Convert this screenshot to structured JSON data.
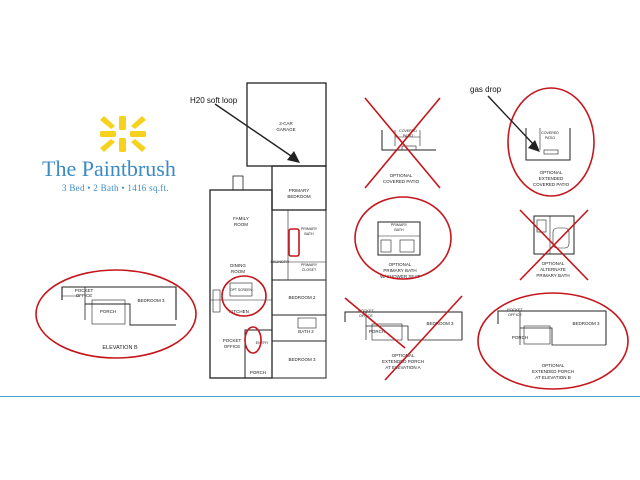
{
  "brand": {
    "name": "The Paintbrush",
    "subtitle": "3 Bed • 2 Bath • 1416 sq.ft.",
    "logo_color": "#f6d21f",
    "accent_color": "#3b8bc6"
  },
  "annotations": {
    "soft_loop": "H20 soft loop",
    "gas_drop": "gas drop",
    "markup_color": "#c4161c"
  },
  "main_plan": {
    "garage": [
      "2-CAR",
      "GARAGE"
    ],
    "primary_bedroom": [
      "PRIMARY",
      "BEDROOM"
    ],
    "family_room": [
      "FAMILY",
      "ROOM"
    ],
    "dining_room": [
      "DINING",
      "ROOM"
    ],
    "kitchen": "KITCHEN",
    "laundry": "LAUNDRY",
    "primary_bath": [
      "PRIMARY",
      "BATH"
    ],
    "closet": [
      "PRIMARY",
      "CLOSET"
    ],
    "bedroom2": "BEDROOM 2",
    "bath2": "BATH 2",
    "bedroom3": "BEDROOM 3",
    "pocket_office": [
      "POCKET",
      "OFFICE"
    ],
    "entry": "ENTRY",
    "porch": "PORCH",
    "island": "OPT SCREEN"
  },
  "elevation_b": {
    "pocket_office": [
      "POCKET",
      "OFFICE"
    ],
    "bedroom3": "BEDROOM 3",
    "porch": "PORCH",
    "caption": "ELEVATION B"
  },
  "options": {
    "covered_patio": {
      "plan_label": [
        "COVERED",
        "PATIO"
      ],
      "caption": [
        "OPTIONAL",
        "COVERED PATIO"
      ]
    },
    "extended_patio": {
      "plan_label": [
        "COVERED",
        "PATIO"
      ],
      "caption": [
        "OPTIONAL",
        "EXTENDED",
        "COVERED PATIO"
      ]
    },
    "shower_seat": {
      "plan_label": [
        "PRIMARY",
        "BATH"
      ],
      "caption": [
        "OPTIONAL",
        "PRIMARY BATH",
        "W/ SHOWER SEAT"
      ]
    },
    "alt_bath": {
      "caption": [
        "OPTIONAL",
        "ALTERNATE",
        "PRIMARY BATH"
      ]
    },
    "ext_porch_a": {
      "pocket_office": [
        "POCKET",
        "OFFICE"
      ],
      "bedroom3": "BEDROOM 3",
      "porch": "PORCH",
      "caption": [
        "OPTIONAL",
        "EXTENDED PORCH",
        "AT ELEVATION A"
      ]
    },
    "ext_porch_b": {
      "pocket_office": [
        "POCKET",
        "OFFICE"
      ],
      "bedroom3": "BEDROOM 3",
      "porch": "PORCH",
      "caption": [
        "OPTIONAL",
        "EXTENDED PORCH",
        "AT ELEVATION B"
      ]
    }
  }
}
